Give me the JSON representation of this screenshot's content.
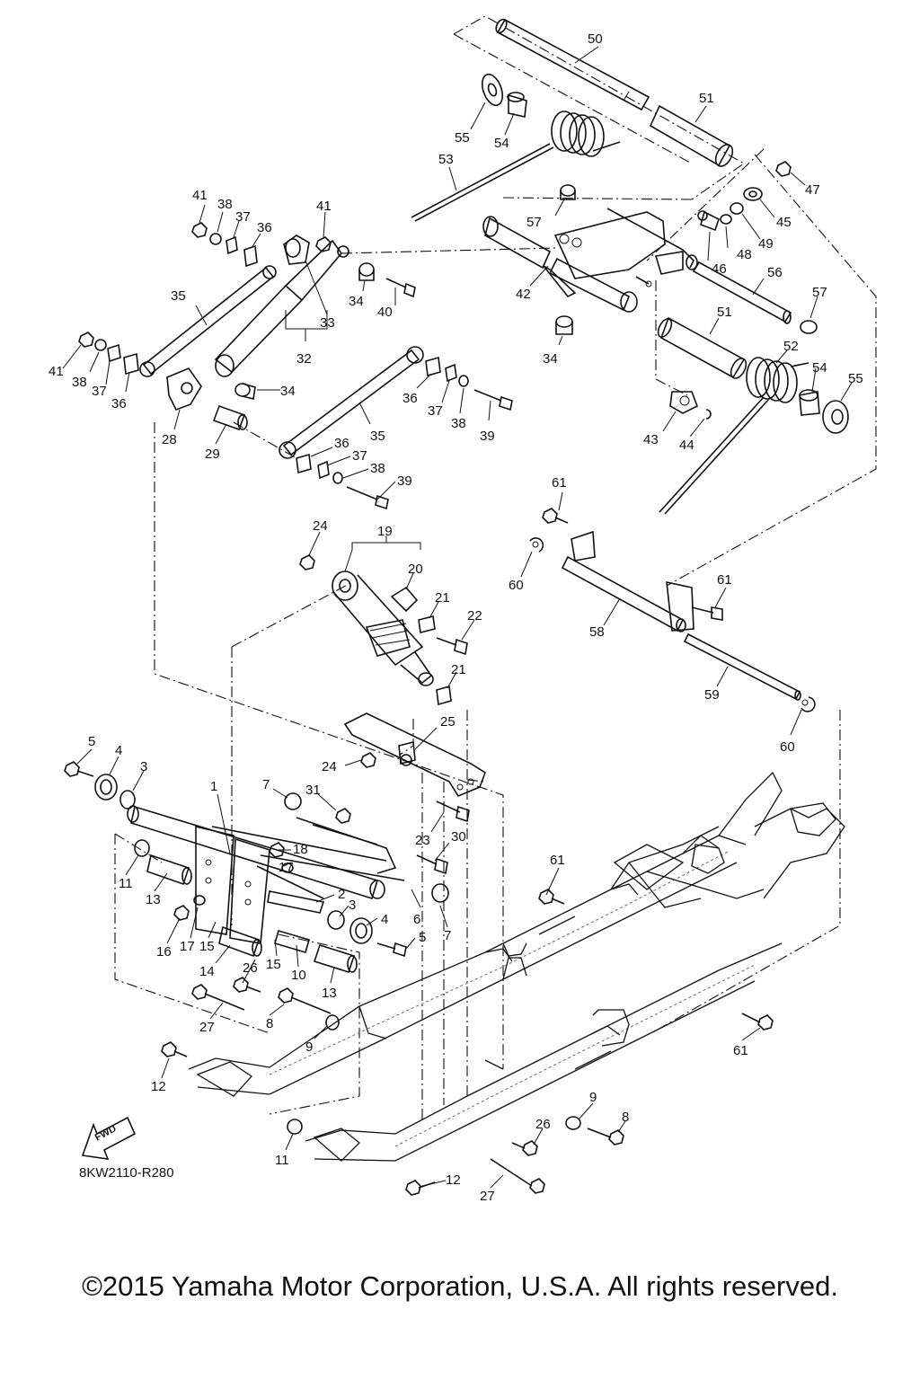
{
  "diagram": {
    "code": "8KW2110-R280",
    "fwd_label": "FWD",
    "copyright": "©2015 Yamaha Motor Corporation, U.S.A. All rights reserved."
  },
  "callouts": [
    {
      "id": "c50",
      "text": "50"
    },
    {
      "id": "c51a",
      "text": "51"
    },
    {
      "id": "c55a",
      "text": "55"
    },
    {
      "id": "c54a",
      "text": "54"
    },
    {
      "id": "c53",
      "text": "53"
    },
    {
      "id": "c47",
      "text": "47"
    },
    {
      "id": "c45",
      "text": "45"
    },
    {
      "id": "c57a",
      "text": "57"
    },
    {
      "id": "c49",
      "text": "49"
    },
    {
      "id": "c48",
      "text": "48"
    },
    {
      "id": "c46",
      "text": "46"
    },
    {
      "id": "c56",
      "text": "56"
    },
    {
      "id": "c42",
      "text": "42"
    },
    {
      "id": "c57b",
      "text": "57"
    },
    {
      "id": "c51b",
      "text": "51"
    },
    {
      "id": "c34a",
      "text": "34"
    },
    {
      "id": "c52",
      "text": "52"
    },
    {
      "id": "c54b",
      "text": "54"
    },
    {
      "id": "c55b",
      "text": "55"
    },
    {
      "id": "c43",
      "text": "43"
    },
    {
      "id": "c44",
      "text": "44"
    },
    {
      "id": "c41a",
      "text": "41"
    },
    {
      "id": "c38a",
      "text": "38"
    },
    {
      "id": "c37a",
      "text": "37"
    },
    {
      "id": "c36a",
      "text": "36"
    },
    {
      "id": "c41b",
      "text": "41"
    },
    {
      "id": "c35a",
      "text": "35"
    },
    {
      "id": "c34b",
      "text": "34"
    },
    {
      "id": "c40",
      "text": "40"
    },
    {
      "id": "c33",
      "text": "33"
    },
    {
      "id": "c32",
      "text": "32"
    },
    {
      "id": "c41c",
      "text": "41"
    },
    {
      "id": "c38b",
      "text": "38"
    },
    {
      "id": "c37b",
      "text": "37"
    },
    {
      "id": "c36b",
      "text": "36"
    },
    {
      "id": "c34c",
      "text": "34"
    },
    {
      "id": "c28",
      "text": "28"
    },
    {
      "id": "c29",
      "text": "29"
    },
    {
      "id": "c36c",
      "text": "36"
    },
    {
      "id": "c37c",
      "text": "37"
    },
    {
      "id": "c38c",
      "text": "38"
    },
    {
      "id": "c39a",
      "text": "39"
    },
    {
      "id": "c35b",
      "text": "35"
    },
    {
      "id": "c36d",
      "text": "36"
    },
    {
      "id": "c37d",
      "text": "37"
    },
    {
      "id": "c38d",
      "text": "38"
    },
    {
      "id": "c39b",
      "text": "39"
    },
    {
      "id": "c61a",
      "text": "61"
    },
    {
      "id": "c60a",
      "text": "60"
    },
    {
      "id": "c61b",
      "text": "61"
    },
    {
      "id": "c58",
      "text": "58"
    },
    {
      "id": "c59",
      "text": "59"
    },
    {
      "id": "c60b",
      "text": "60"
    },
    {
      "id": "c24a",
      "text": "24"
    },
    {
      "id": "c19",
      "text": "19"
    },
    {
      "id": "c20",
      "text": "20"
    },
    {
      "id": "c21a",
      "text": "21"
    },
    {
      "id": "c22",
      "text": "22"
    },
    {
      "id": "c21b",
      "text": "21"
    },
    {
      "id": "c25",
      "text": "25"
    },
    {
      "id": "c24b",
      "text": "24"
    },
    {
      "id": "c5a",
      "text": "5"
    },
    {
      "id": "c4a",
      "text": "4"
    },
    {
      "id": "c3a",
      "text": "3"
    },
    {
      "id": "c1",
      "text": "1"
    },
    {
      "id": "c7a",
      "text": "7"
    },
    {
      "id": "c31",
      "text": "31"
    },
    {
      "id": "c23",
      "text": "23"
    },
    {
      "id": "c30",
      "text": "30"
    },
    {
      "id": "c18",
      "text": "18"
    },
    {
      "id": "c17a",
      "text": "17"
    },
    {
      "id": "c11a",
      "text": "11"
    },
    {
      "id": "c13a",
      "text": "13"
    },
    {
      "id": "c2",
      "text": "2"
    },
    {
      "id": "c3b",
      "text": "3"
    },
    {
      "id": "c4b",
      "text": "4"
    },
    {
      "id": "c6",
      "text": "6"
    },
    {
      "id": "c7b",
      "text": "7"
    },
    {
      "id": "c16",
      "text": "16"
    },
    {
      "id": "c17b",
      "text": "17"
    },
    {
      "id": "c15a",
      "text": "15"
    },
    {
      "id": "c5b",
      "text": "5"
    },
    {
      "id": "c14",
      "text": "14"
    },
    {
      "id": "c26a",
      "text": "26"
    },
    {
      "id": "c15b",
      "text": "15"
    },
    {
      "id": "c10",
      "text": "10"
    },
    {
      "id": "c13b",
      "text": "13"
    },
    {
      "id": "c27a",
      "text": "27"
    },
    {
      "id": "c8a",
      "text": "8"
    },
    {
      "id": "c9a",
      "text": "9"
    },
    {
      "id": "c61c",
      "text": "61"
    },
    {
      "id": "c12a",
      "text": "12"
    },
    {
      "id": "c61d",
      "text": "61"
    },
    {
      "id": "c9b",
      "text": "9"
    },
    {
      "id": "c8b",
      "text": "8"
    },
    {
      "id": "c26b",
      "text": "26"
    },
    {
      "id": "c11b",
      "text": "11"
    },
    {
      "id": "c12b",
      "text": "12"
    },
    {
      "id": "c27b",
      "text": "27"
    }
  ]
}
